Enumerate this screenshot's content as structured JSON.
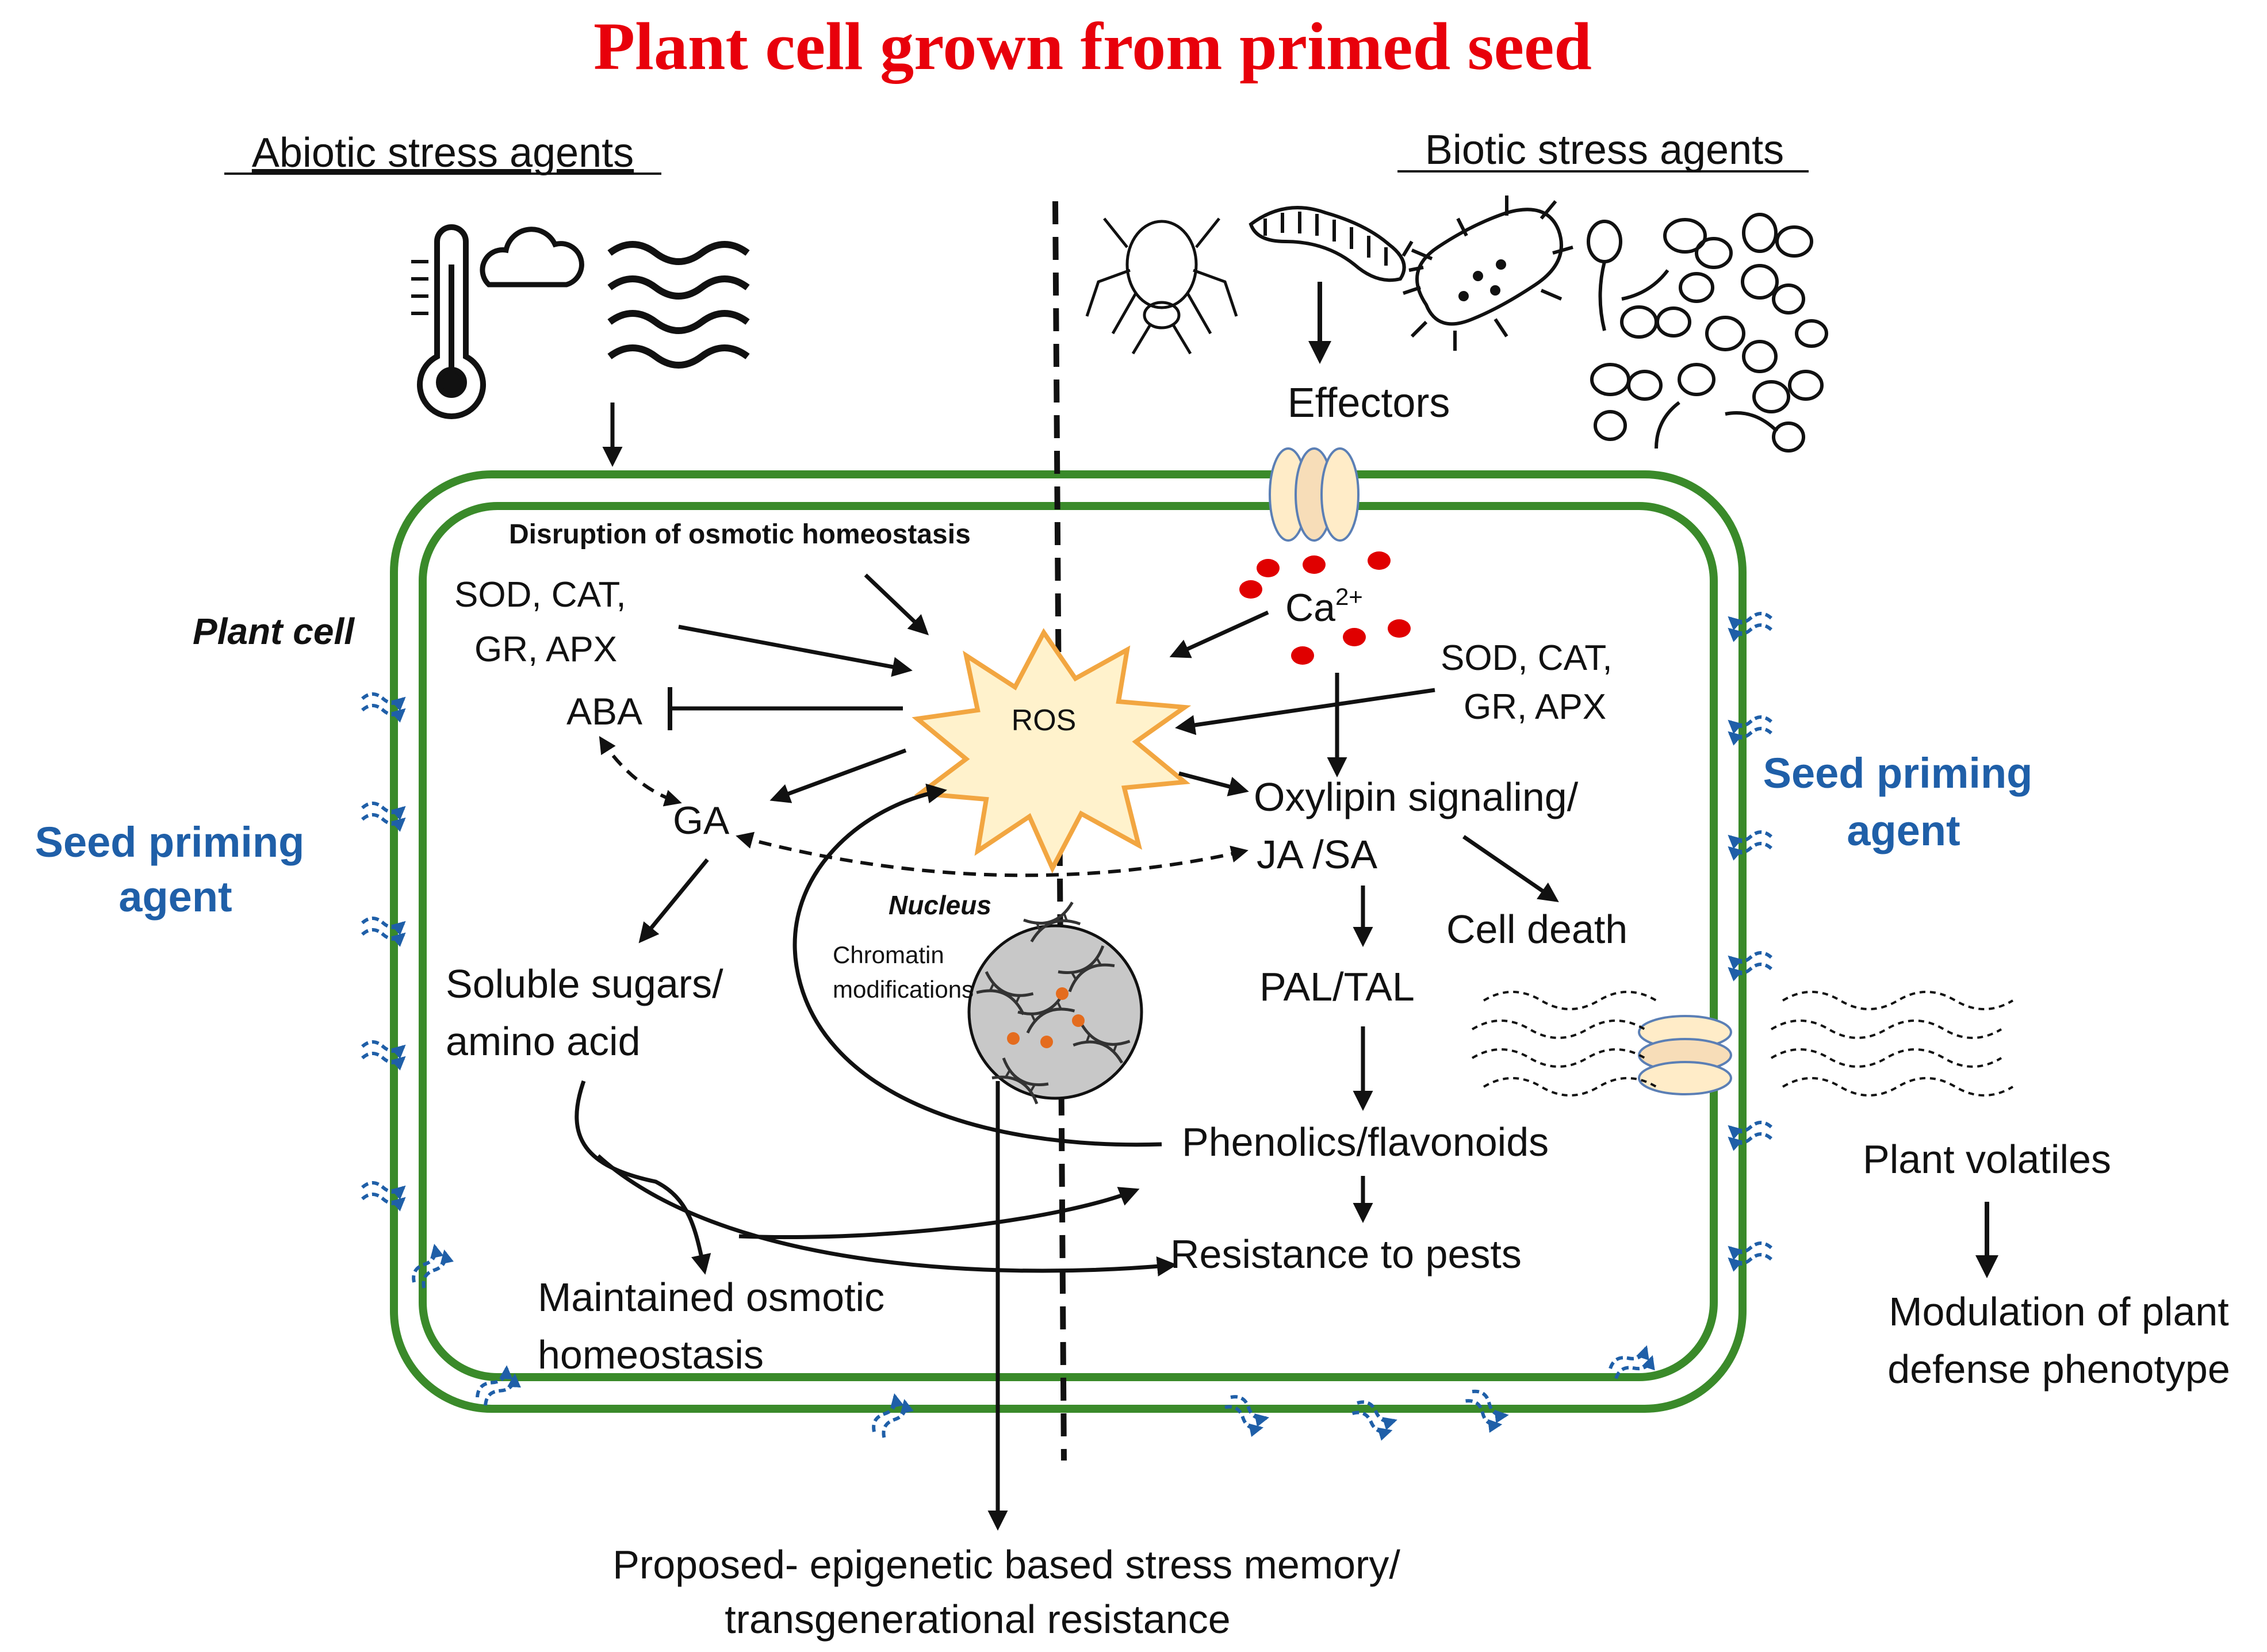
{
  "title": "Plant cell grown from primed seed",
  "headings": {
    "abiotic": "Abiotic stress agents",
    "biotic": "Biotic stress agents"
  },
  "labels": {
    "plant_cell": "Plant cell",
    "seed_priming_left_1": "Seed priming",
    "seed_priming_left_2": "agent",
    "seed_priming_right_1": "Seed priming",
    "seed_priming_right_2": "agent",
    "effectors": "Effectors",
    "disruption": "Disruption of osmotic homeostasis",
    "enzymes_left_1": "SOD, CAT,",
    "enzymes_left_2": "GR, APX",
    "aba": "ABA",
    "ros": "ROS",
    "ca": "Ca",
    "ca_sup": "2+",
    "enzymes_right_1": "SOD, CAT,",
    "enzymes_right_2": "GR, APX",
    "ga": "GA",
    "oxylipin_1": "Oxylipin signaling/",
    "oxylipin_2": "JA /SA",
    "nucleus": "Nucleus",
    "chromatin_1": "Chromatin",
    "chromatin_2": "modifications",
    "cell_death": "Cell death",
    "soluble_1": "Soluble sugars/",
    "soluble_2": "amino acid",
    "pal_tal": "PAL/TAL",
    "phenolics": "Phenolics/flavonoids",
    "resistance": "Resistance to pests",
    "maintained_1": "Maintained osmotic",
    "maintained_2": "homeostasis",
    "volatiles": "Plant volatiles",
    "modulation_1": "Modulation of plant",
    "modulation_2": "defense phenotype",
    "proposed_1": "Proposed- epigenetic based stress memory/",
    "proposed_2": "transgenerational resistance"
  },
  "icons": [
    "thermometer-icon",
    "cloud-icon",
    "water-waves-icon",
    "aphid-icon",
    "caterpillar-icon",
    "bacterium-icon",
    "fungal-spores-icon",
    "membrane-channel-icon",
    "dna-icon"
  ],
  "colors": {
    "title": "#e8000b",
    "priming_agent": "#1f5fa8",
    "cell_wall": "#3a8a2a",
    "ros_fill": "#fff2cc",
    "ros_stroke": "#f2a641",
    "calcium": "#e00000",
    "nucleus_fill": "#c8c8c8",
    "priming_arrows": "#1f5fa8"
  }
}
